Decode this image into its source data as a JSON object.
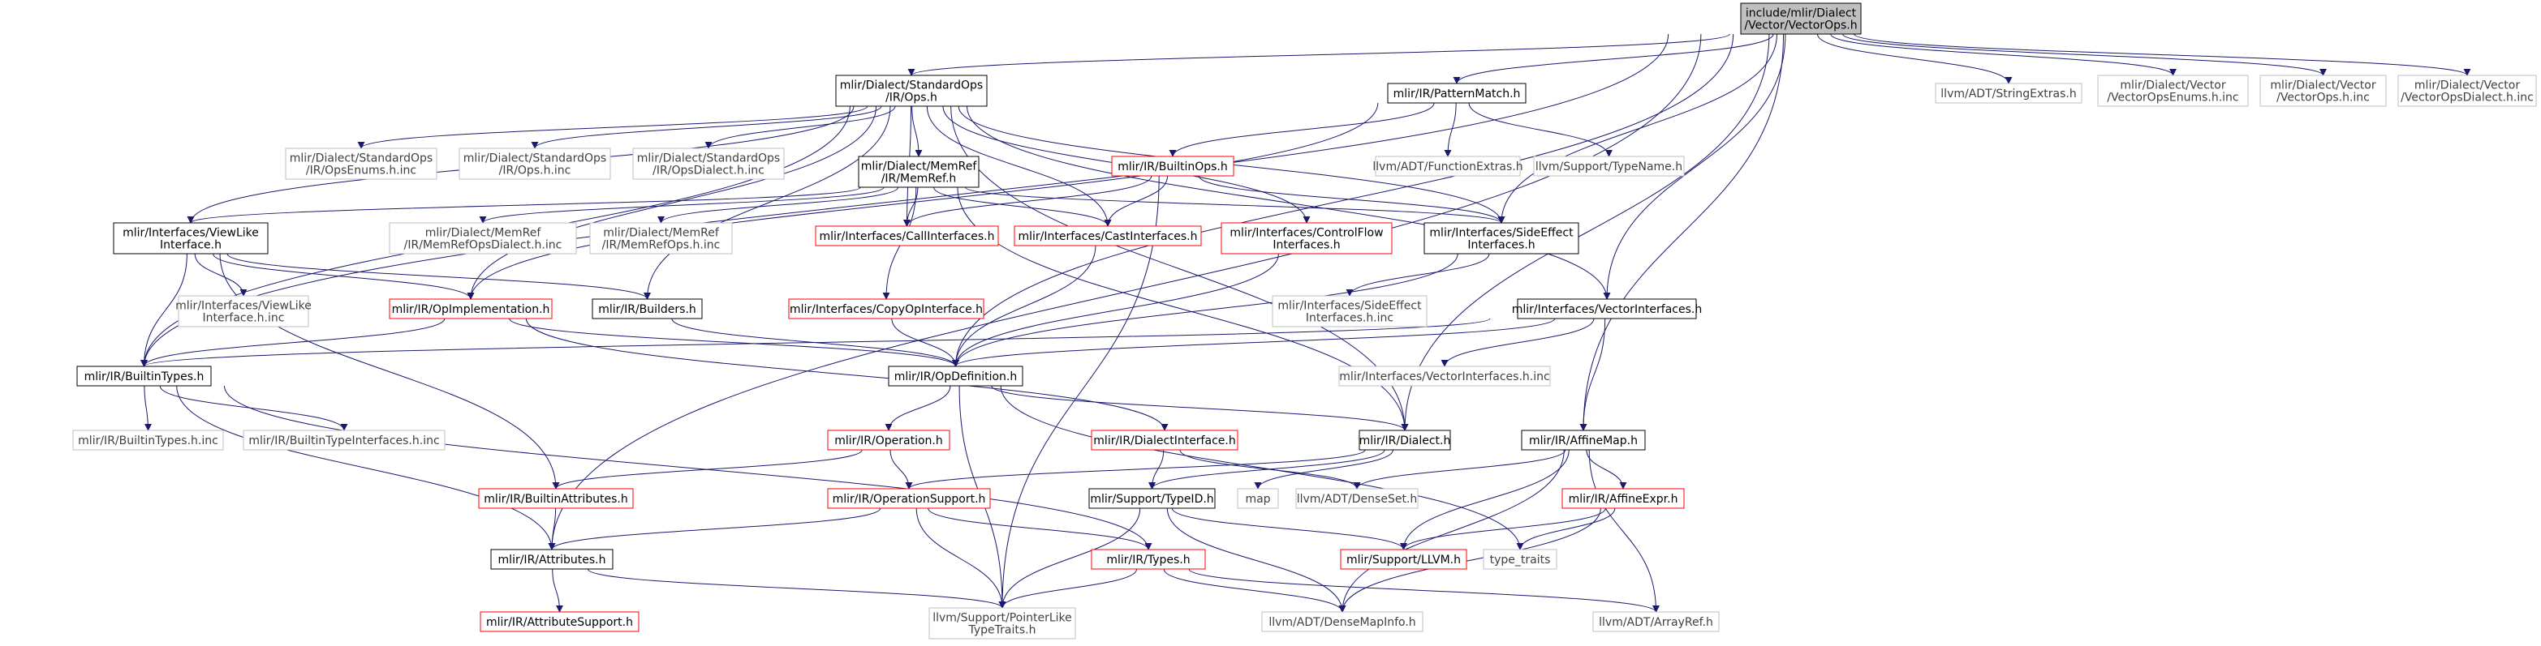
{
  "colors": {
    "edge": "#191970",
    "border_root": "#000000",
    "fill_root": "#bfbfbf",
    "border_normal": "#000000",
    "border_truncated": "#ff0000",
    "border_external": "#bfbfbf",
    "text": "#000000",
    "text_external": "#3f3f3f"
  },
  "nodes": [
    {
      "id": "root",
      "kind": "root",
      "lines": [
        "include/mlir/Dialect",
        "/Vector/VectorOps.h"
      ]
    },
    {
      "id": "stdops",
      "kind": "normal",
      "lines": [
        "mlir/Dialect/StandardOps",
        "/IR/Ops.h"
      ]
    },
    {
      "id": "patternmatch",
      "kind": "normal",
      "lines": [
        "mlir/IR/PatternMatch.h"
      ]
    },
    {
      "id": "stringextras",
      "kind": "external",
      "lines": [
        "llvm/ADT/StringExtras.h"
      ]
    },
    {
      "id": "vecopsenums",
      "kind": "external",
      "lines": [
        "mlir/Dialect/Vector",
        "/VectorOpsEnums.h.inc"
      ]
    },
    {
      "id": "vecopsinc",
      "kind": "external",
      "lines": [
        "mlir/Dialect/Vector",
        "/VectorOps.h.inc"
      ]
    },
    {
      "id": "vecopsdialect",
      "kind": "external",
      "lines": [
        "mlir/Dialect/Vector",
        "/VectorOpsDialect.h.inc"
      ]
    },
    {
      "id": "opsenums",
      "kind": "external",
      "lines": [
        "mlir/Dialect/StandardOps",
        "/IR/OpsEnums.h.inc"
      ]
    },
    {
      "id": "opsinc",
      "kind": "external",
      "lines": [
        "mlir/Dialect/StandardOps",
        "/IR/Ops.h.inc"
      ]
    },
    {
      "id": "opsdialect",
      "kind": "external",
      "lines": [
        "mlir/Dialect/StandardOps",
        "/IR/OpsDialect.h.inc"
      ]
    },
    {
      "id": "memref",
      "kind": "normal",
      "lines": [
        "mlir/Dialect/MemRef",
        "/IR/MemRef.h"
      ]
    },
    {
      "id": "builtinops",
      "kind": "truncated",
      "lines": [
        "mlir/IR/BuiltinOps.h"
      ]
    },
    {
      "id": "functionextras",
      "kind": "external",
      "lines": [
        "llvm/ADT/FunctionExtras.h"
      ]
    },
    {
      "id": "typename",
      "kind": "external",
      "lines": [
        "llvm/Support/TypeName.h"
      ]
    },
    {
      "id": "viewlike",
      "kind": "normal",
      "lines": [
        "mlir/Interfaces/ViewLike",
        "Interface.h"
      ]
    },
    {
      "id": "memrefdialect",
      "kind": "external",
      "lines": [
        "mlir/Dialect/MemRef",
        "/IR/MemRefOpsDialect.h.inc"
      ]
    },
    {
      "id": "memrefops",
      "kind": "external",
      "lines": [
        "mlir/Dialect/MemRef",
        "/IR/MemRefOps.h.inc"
      ]
    },
    {
      "id": "callinterfaces",
      "kind": "truncated",
      "lines": [
        "mlir/Interfaces/CallInterfaces.h"
      ]
    },
    {
      "id": "castinterfaces",
      "kind": "truncated",
      "lines": [
        "mlir/Interfaces/CastInterfaces.h"
      ]
    },
    {
      "id": "controlflow",
      "kind": "truncated",
      "lines": [
        "mlir/Interfaces/ControlFlow",
        "Interfaces.h"
      ]
    },
    {
      "id": "sideeffect",
      "kind": "normal",
      "lines": [
        "mlir/Interfaces/SideEffect",
        "Interfaces.h"
      ]
    },
    {
      "id": "viewlikeinc",
      "kind": "external",
      "lines": [
        "mlir/Interfaces/ViewLike",
        "Interface.h.inc"
      ]
    },
    {
      "id": "opimpl",
      "kind": "truncated",
      "lines": [
        "mlir/IR/OpImplementation.h"
      ]
    },
    {
      "id": "builders",
      "kind": "normal",
      "lines": [
        "mlir/IR/Builders.h"
      ]
    },
    {
      "id": "copyop",
      "kind": "truncated",
      "lines": [
        "mlir/Interfaces/CopyOpInterface.h"
      ]
    },
    {
      "id": "sideeffectinc",
      "kind": "external",
      "lines": [
        "mlir/Interfaces/SideEffect",
        "Interfaces.h.inc"
      ]
    },
    {
      "id": "vectorinterfaces",
      "kind": "normal",
      "lines": [
        "mlir/Interfaces/VectorInterfaces.h"
      ]
    },
    {
      "id": "builtintypes",
      "kind": "normal",
      "lines": [
        "mlir/IR/BuiltinTypes.h"
      ]
    },
    {
      "id": "opdefinition",
      "kind": "normal",
      "lines": [
        "mlir/IR/OpDefinition.h"
      ]
    },
    {
      "id": "vectorinterfacesinc",
      "kind": "external",
      "lines": [
        "mlir/Interfaces/VectorInterfaces.h.inc"
      ]
    },
    {
      "id": "builtintypesinc",
      "kind": "external",
      "lines": [
        "mlir/IR/BuiltinTypes.h.inc"
      ]
    },
    {
      "id": "builtintypeinterfacesinc",
      "kind": "external",
      "lines": [
        "mlir/IR/BuiltinTypeInterfaces.h.inc"
      ]
    },
    {
      "id": "operation",
      "kind": "truncated",
      "lines": [
        "mlir/IR/Operation.h"
      ]
    },
    {
      "id": "dialectinterface",
      "kind": "truncated",
      "lines": [
        "mlir/IR/DialectInterface.h"
      ]
    },
    {
      "id": "dialect",
      "kind": "normal",
      "lines": [
        "mlir/IR/Dialect.h"
      ]
    },
    {
      "id": "affinemap",
      "kind": "normal",
      "lines": [
        "mlir/IR/AffineMap.h"
      ]
    },
    {
      "id": "builtinattrs",
      "kind": "truncated",
      "lines": [
        "mlir/IR/BuiltinAttributes.h"
      ]
    },
    {
      "id": "opsupport",
      "kind": "truncated",
      "lines": [
        "mlir/IR/OperationSupport.h"
      ]
    },
    {
      "id": "typeid",
      "kind": "normal",
      "lines": [
        "mlir/Support/TypeID.h"
      ]
    },
    {
      "id": "map",
      "kind": "external",
      "lines": [
        "map"
      ]
    },
    {
      "id": "denseset",
      "kind": "external",
      "lines": [
        "llvm/ADT/DenseSet.h"
      ]
    },
    {
      "id": "affineexpr",
      "kind": "truncated",
      "lines": [
        "mlir/IR/AffineExpr.h"
      ]
    },
    {
      "id": "attributes",
      "kind": "normal",
      "lines": [
        "mlir/IR/Attributes.h"
      ]
    },
    {
      "id": "types",
      "kind": "truncated",
      "lines": [
        "mlir/IR/Types.h"
      ]
    },
    {
      "id": "llvmh",
      "kind": "truncated",
      "lines": [
        "mlir/Support/LLVM.h"
      ]
    },
    {
      "id": "typetraits",
      "kind": "external",
      "lines": [
        "type_traits"
      ]
    },
    {
      "id": "attrsupport",
      "kind": "truncated",
      "lines": [
        "mlir/IR/AttributeSupport.h"
      ]
    },
    {
      "id": "pointerlike",
      "kind": "external",
      "lines": [
        "llvm/Support/PointerLike",
        "TypeTraits.h"
      ]
    },
    {
      "id": "densemapinfo",
      "kind": "external",
      "lines": [
        "llvm/ADT/DenseMapInfo.h"
      ]
    },
    {
      "id": "arrayref",
      "kind": "external",
      "lines": [
        "llvm/ADT/ArrayRef.h"
      ]
    }
  ],
  "edges": [
    [
      "root",
      "stdops"
    ],
    [
      "root",
      "patternmatch"
    ],
    [
      "root",
      "stringextras"
    ],
    [
      "root",
      "vecopsenums"
    ],
    [
      "root",
      "vecopsinc"
    ],
    [
      "root",
      "vecopsdialect"
    ],
    [
      "root",
      "builtintypes"
    ],
    [
      "root",
      "attributes"
    ],
    [
      "root",
      "sideeffect"
    ],
    [
      "root",
      "vectorinterfaces"
    ],
    [
      "root",
      "affinemap"
    ],
    [
      "root",
      "opdefinition"
    ],
    [
      "root",
      "dialect"
    ],
    [
      "stdops",
      "opsenums"
    ],
    [
      "stdops",
      "opsinc"
    ],
    [
      "stdops",
      "opsdialect"
    ],
    [
      "stdops",
      "memref"
    ],
    [
      "stdops",
      "viewlike"
    ],
    [
      "stdops",
      "callinterfaces"
    ],
    [
      "stdops",
      "castinterfaces"
    ],
    [
      "stdops",
      "controlflow"
    ],
    [
      "stdops",
      "sideeffect"
    ],
    [
      "stdops",
      "vectorinterfaces"
    ],
    [
      "stdops",
      "builtintypes"
    ],
    [
      "stdops",
      "opimpl"
    ],
    [
      "stdops",
      "builders"
    ],
    [
      "stdops",
      "dialect"
    ],
    [
      "patternmatch",
      "builtinops"
    ],
    [
      "patternmatch",
      "functionextras"
    ],
    [
      "patternmatch",
      "typename"
    ],
    [
      "patternmatch",
      "opimpl"
    ],
    [
      "memref",
      "viewlike"
    ],
    [
      "memref",
      "memrefdialect"
    ],
    [
      "memref",
      "memrefops"
    ],
    [
      "memref",
      "callinterfaces"
    ],
    [
      "memref",
      "castinterfaces"
    ],
    [
      "memref",
      "copyop"
    ],
    [
      "memref",
      "sideeffect"
    ],
    [
      "memref",
      "dialect"
    ],
    [
      "builtinops",
      "callinterfaces"
    ],
    [
      "builtinops",
      "castinterfaces"
    ],
    [
      "builtinops",
      "sideeffect"
    ],
    [
      "builtinops",
      "pointerlike"
    ],
    [
      "viewlike",
      "viewlikeinc"
    ],
    [
      "viewlike",
      "opimpl"
    ],
    [
      "viewlike",
      "builders"
    ],
    [
      "viewlike",
      "builtintypes"
    ],
    [
      "viewlike",
      "builtinattrs"
    ],
    [
      "castinterfaces",
      "opdefinition"
    ],
    [
      "controlflow",
      "opdefinition"
    ],
    [
      "sideeffect",
      "sideeffectinc"
    ],
    [
      "sideeffect",
      "opdefinition"
    ],
    [
      "opimpl",
      "builtintypes"
    ],
    [
      "opimpl",
      "opdefinition"
    ],
    [
      "opimpl",
      "dialectinterface"
    ],
    [
      "builders",
      "opdefinition"
    ],
    [
      "copyop",
      "opdefinition"
    ],
    [
      "vectorinterfaces",
      "vectorinterfacesinc"
    ],
    [
      "vectorinterfaces",
      "opdefinition"
    ],
    [
      "vectorinterfaces",
      "builtintypes"
    ],
    [
      "vectorinterfaces",
      "affinemap"
    ],
    [
      "builtintypes",
      "builtintypesinc"
    ],
    [
      "builtintypes",
      "builtintypeinterfacesinc"
    ],
    [
      "builtintypes",
      "attributes"
    ],
    [
      "builtintypes",
      "types"
    ],
    [
      "opdefinition",
      "operation"
    ],
    [
      "opdefinition",
      "dialect"
    ],
    [
      "opdefinition",
      "pointerlike"
    ],
    [
      "opdefinition",
      "typetraits"
    ],
    [
      "operation",
      "builtinattrs"
    ],
    [
      "operation",
      "opsupport"
    ],
    [
      "dialectinterface",
      "typeid"
    ],
    [
      "dialectinterface",
      "denseset"
    ],
    [
      "dialect",
      "opsupport"
    ],
    [
      "dialect",
      "typeid"
    ],
    [
      "dialect",
      "map"
    ],
    [
      "affinemap",
      "affineexpr"
    ],
    [
      "affinemap",
      "denseset"
    ],
    [
      "affinemap",
      "llvmh"
    ],
    [
      "affinemap",
      "arrayref"
    ],
    [
      "affinemap",
      "densemapinfo"
    ],
    [
      "builtinattrs",
      "attributes"
    ],
    [
      "opsupport",
      "attributes"
    ],
    [
      "opsupport",
      "types"
    ],
    [
      "opsupport",
      "pointerlike"
    ],
    [
      "typeid",
      "llvmh"
    ],
    [
      "typeid",
      "pointerlike"
    ],
    [
      "typeid",
      "densemapinfo"
    ],
    [
      "affineexpr",
      "llvmh"
    ],
    [
      "affineexpr",
      "typetraits"
    ],
    [
      "affineexpr",
      "densemapinfo"
    ],
    [
      "attributes",
      "attrsupport"
    ],
    [
      "attributes",
      "pointerlike"
    ],
    [
      "types",
      "pointerlike"
    ],
    [
      "types",
      "densemapinfo"
    ],
    [
      "types",
      "arrayref"
    ]
  ]
}
